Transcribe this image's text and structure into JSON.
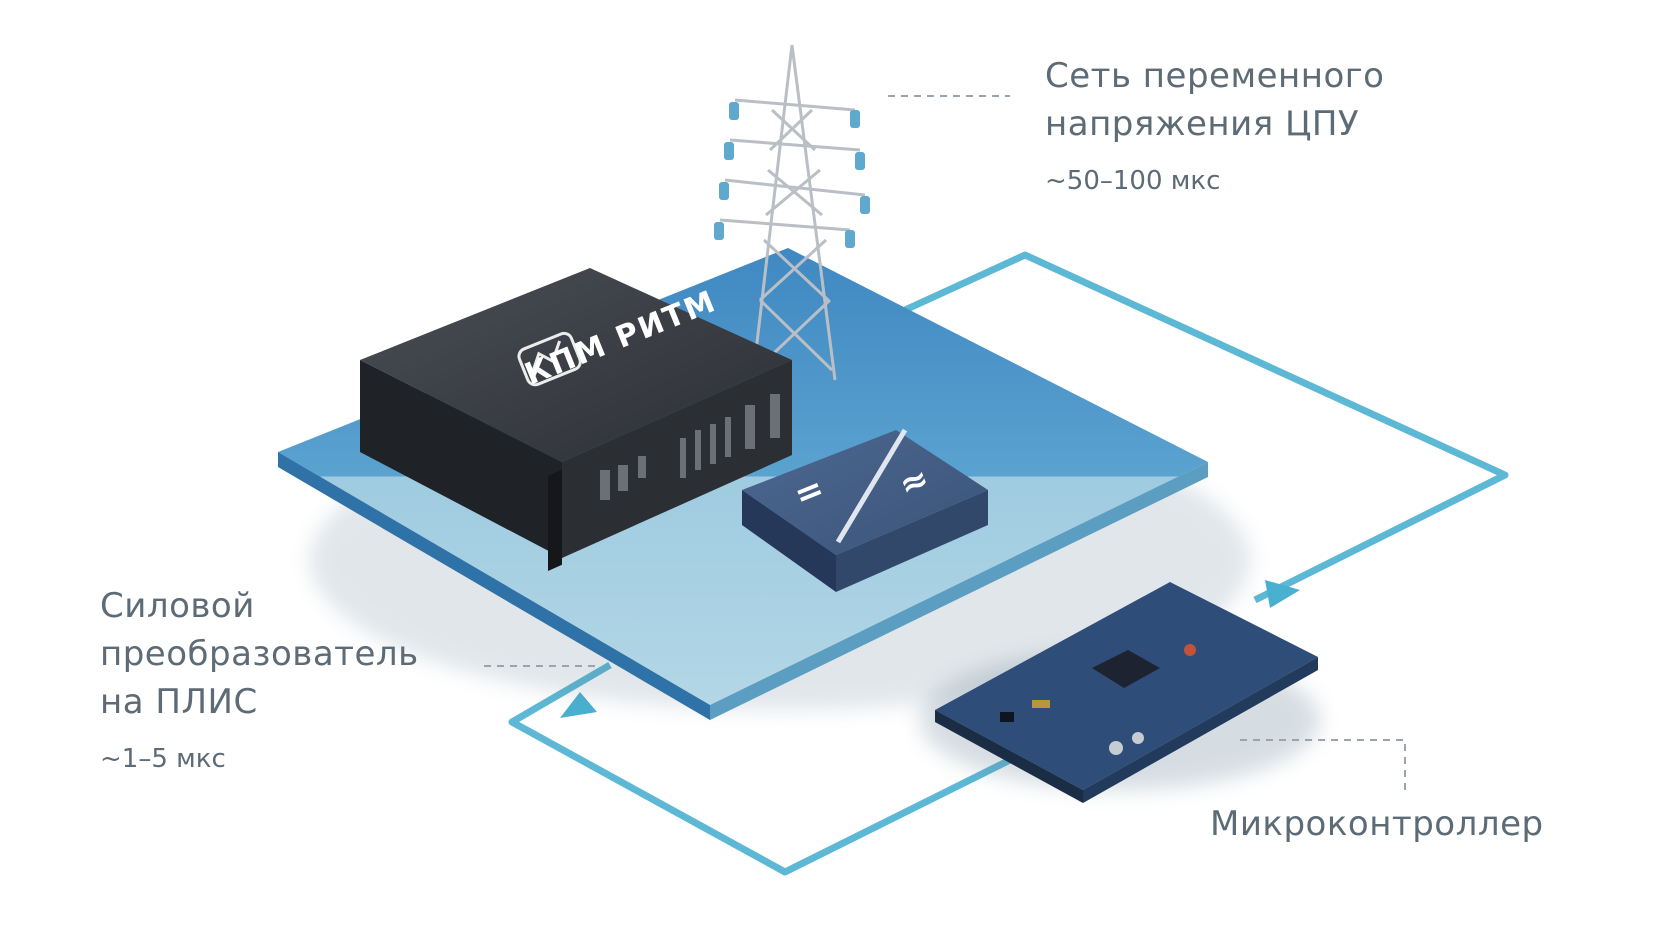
{
  "labels": {
    "grid": {
      "title_line1": "Сеть переменного",
      "title_line2": "напряжения ЦПУ",
      "timing": "~50–100 мкс"
    },
    "converter": {
      "title_line1": "Силовой",
      "title_line2": "преобразователь",
      "title_line3": "на ПЛИС",
      "timing": "~1–5 мкс"
    },
    "microcontroller": {
      "title": "Микроконтроллер"
    }
  },
  "server": {
    "brand": "КПМ РИТМ"
  },
  "converter_box": {
    "dc_symbol": "=",
    "ac_symbol": "≈"
  },
  "colors": {
    "platform_dark": "#4d93c8",
    "platform_light": "#a6cfe0",
    "loop_line": "#4ab0cf",
    "server_body": "#2b2e33",
    "converter_box": "#3b5478",
    "pcb": "#27436a",
    "text": "#5d6b76"
  }
}
